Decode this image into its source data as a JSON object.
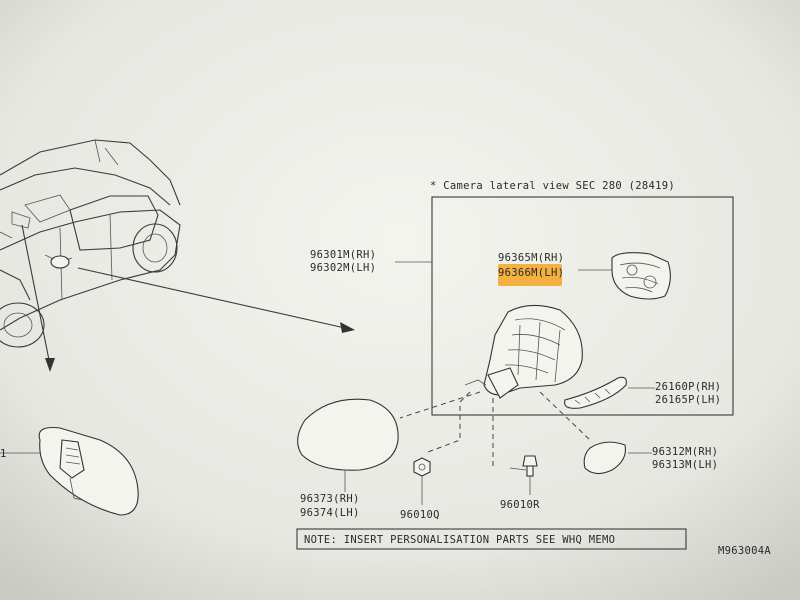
{
  "section_header": "* Camera lateral view SEC 280 (28419)",
  "parts": {
    "mirror_assy": {
      "rh": "96301M(RH)",
      "lh": "96302M(LH)"
    },
    "mirror_glass": {
      "rh": "96365M(RH)",
      "lh": "96366M(LH)"
    },
    "side_turn_lamp": {
      "rh": "26160P(RH)",
      "lh": "26165P(LH)"
    },
    "cover_cap": {
      "rh": "96312M(RH)",
      "lh": "96313M(LH)"
    },
    "finisher": {
      "rh": "96373(RH)",
      "lh": "96374(LH)"
    },
    "nut": "96010Q",
    "bolt": "96010R",
    "inside_mirror": "1"
  },
  "note": "NOTE: INSERT PERSONALISATION PARTS SEE WHQ MEMO",
  "diagram_code": "M963004A",
  "highlight_color": "#f5a623"
}
